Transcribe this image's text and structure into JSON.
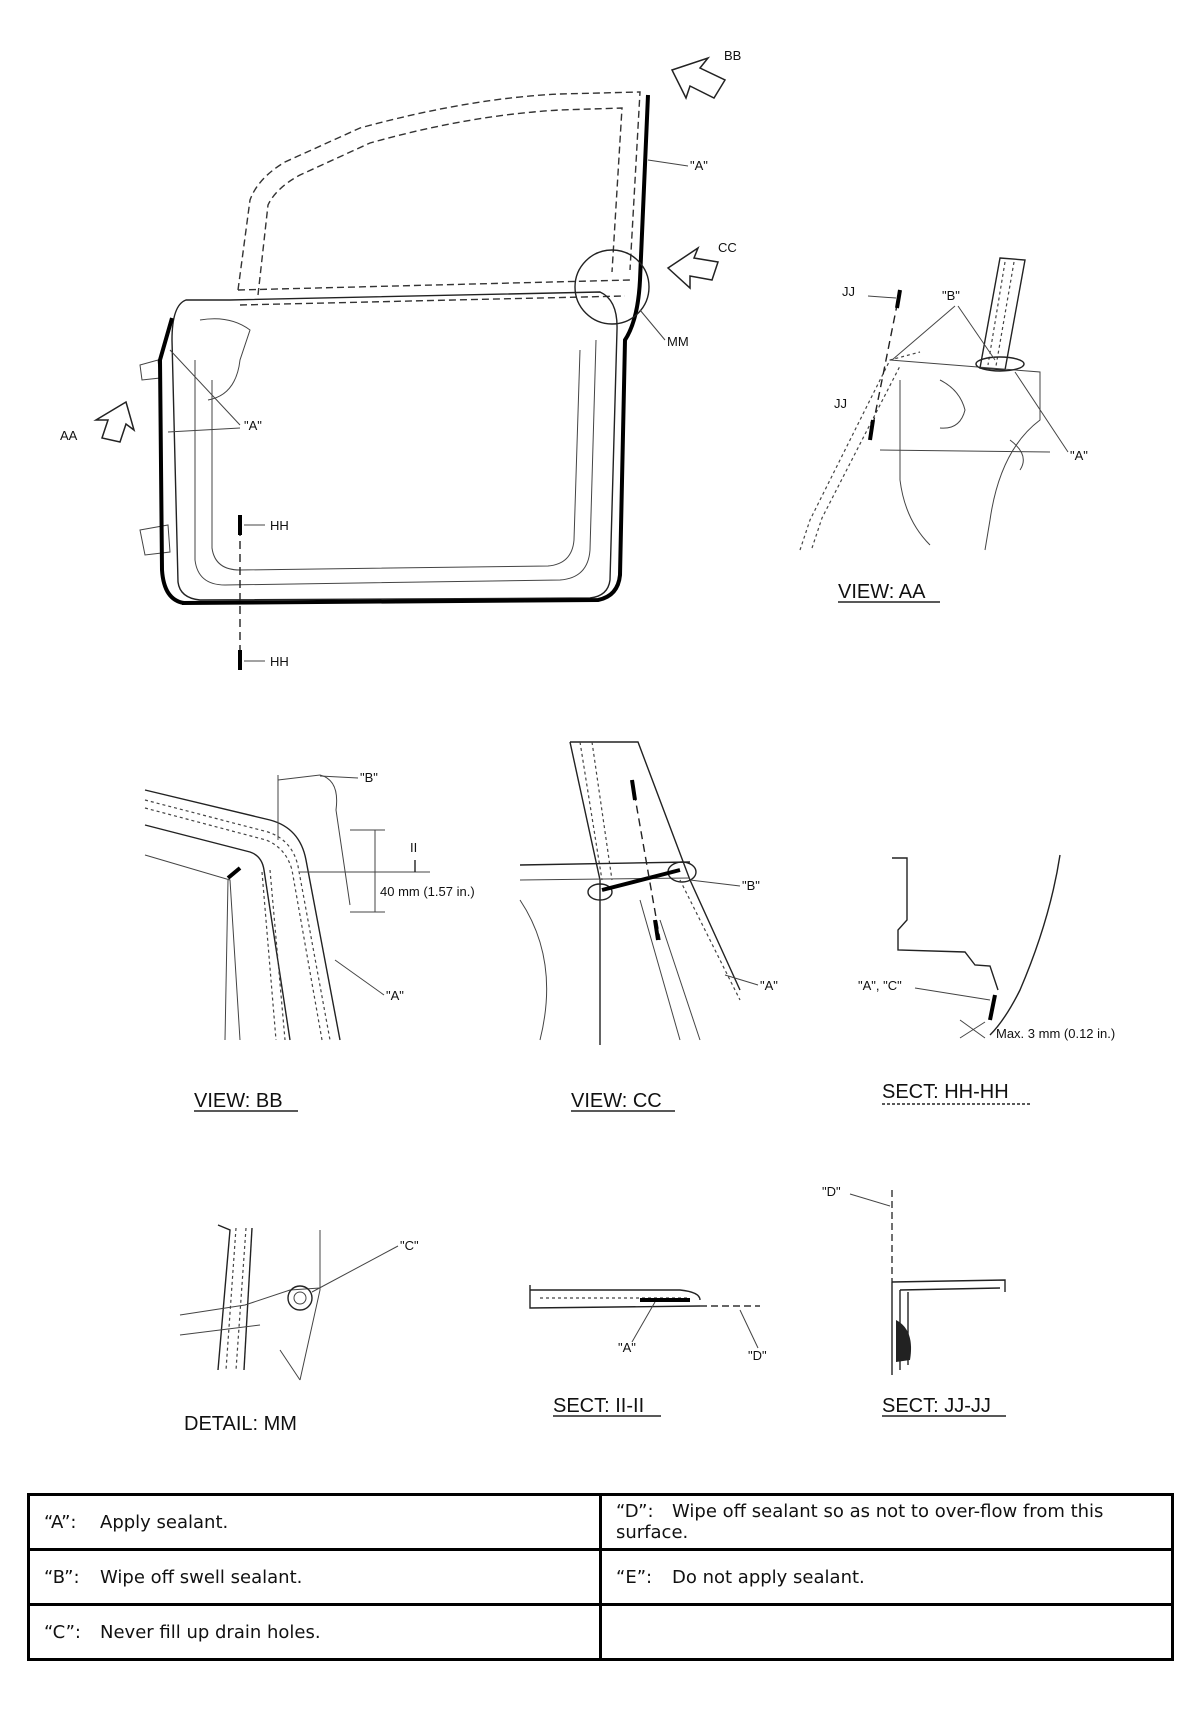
{
  "labels": {
    "bb": "BB",
    "cc": "CC",
    "aa": "AA",
    "mm": "MM",
    "hh": "HH",
    "jj": "JJ",
    "ii": "II",
    "a_mark": "\"A\"",
    "b_mark": "\"B\"",
    "c_mark": "\"C\"",
    "d_mark": "\"D\"",
    "ac_mark": "\"A\", \"C\"",
    "dim_40": "40 mm (1.57 in.)",
    "max_3": "Max. 3 mm (0.12 in.)"
  },
  "captions": {
    "view_aa": "VIEW: AA",
    "view_bb": "VIEW: BB",
    "view_cc": "VIEW: CC",
    "sect_hh": "SECT: HH-HH",
    "detail_mm": "DETAIL: MM",
    "sect_ii": "SECT: II-II",
    "sect_jj": "SECT: JJ-JJ"
  },
  "legend": {
    "rows": [
      [
        {
          "code": "“A”:",
          "text": "Apply sealant."
        },
        {
          "code": "“D”:",
          "text": "Wipe off sealant so as not to over-flow from this surface."
        }
      ],
      [
        {
          "code": "“B”:",
          "text": "Wipe off swell sealant."
        },
        {
          "code": "“E”:",
          "text": "Do not apply sealant."
        }
      ],
      [
        {
          "code": "“C”:",
          "text": "Never fill up drain holes."
        },
        {
          "code": "",
          "text": ""
        }
      ]
    ]
  }
}
